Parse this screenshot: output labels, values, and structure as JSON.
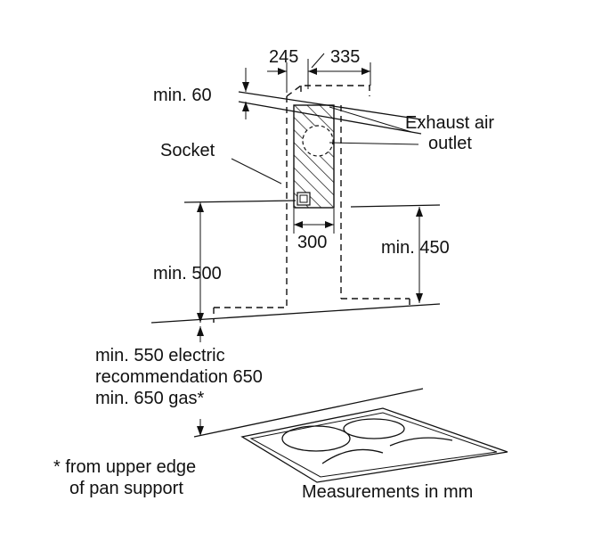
{
  "labels": {
    "dim_245": "245",
    "dim_335": "335",
    "min_60": "min. 60",
    "socket": "Socket",
    "exhaust_line1": "Exhaust air",
    "exhaust_line2": "outlet",
    "dim_300": "300",
    "min_450": "min. 450",
    "min_500": "min. 500",
    "clearance_line1": "min. 550 electric",
    "clearance_line2": "recommendation 650",
    "clearance_line3": "min. 650 gas*",
    "footnote_line1": "* from upper edge",
    "footnote_line2": "of pan support",
    "measurements": "Measurements in mm"
  }
}
